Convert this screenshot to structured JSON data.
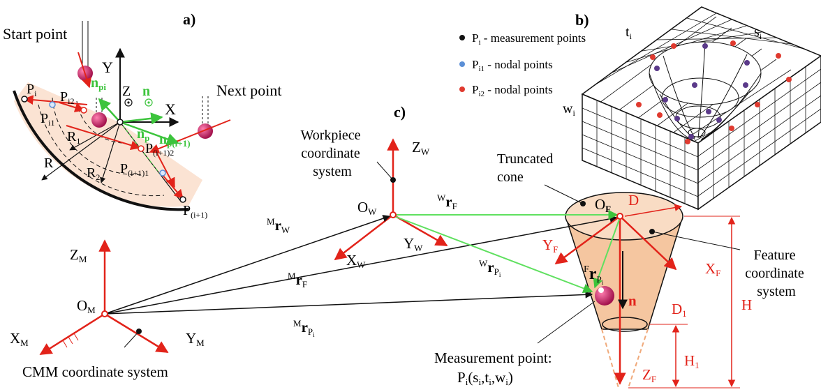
{
  "panels": {
    "a": {
      "tag": "a)"
    },
    "b": {
      "tag": "b)"
    },
    "c": {
      "tag": "c)"
    }
  },
  "panel_a": {
    "start_point": "Start point",
    "next_point": "Next point",
    "axis_x": "X",
    "axis_y": "Y",
    "axis_z": "Z",
    "n": "n",
    "n_pi": {
      "base": "n",
      "sub": "pi"
    },
    "n_p": {
      "base": "n",
      "sub": "p"
    },
    "n_p_next": {
      "base": "n",
      "sub": "p(i+1)"
    },
    "p_i": {
      "base": "P",
      "sub": "i"
    },
    "p_i1": {
      "base": "P",
      "sub": "i1"
    },
    "p_i2": {
      "base": "P",
      "sub": "i2"
    },
    "p_next2": {
      "base": "P",
      "sub": "(i+1)2"
    },
    "p_next1": {
      "base": "P",
      "sub": "(i+1)1"
    },
    "p_next": {
      "base": "P",
      "sub": "(i+1)"
    },
    "r": "R",
    "r1": {
      "base": "R",
      "sub": "1"
    },
    "r2": {
      "base": "R",
      "sub": "2"
    }
  },
  "panel_b": {
    "legend": [
      {
        "base": "P",
        "sub": "i",
        "text": " - measurement points",
        "color": "#111111"
      },
      {
        "base": "P",
        "sub": "i1",
        "text": " - nodal points",
        "color": "#5b8fd6"
      },
      {
        "base": "P",
        "sub": "i2",
        "text": " - nodal points",
        "color": "#e03a2f"
      }
    ],
    "t": {
      "base": "t",
      "sub": "i"
    },
    "s": {
      "base": "s",
      "sub": "i"
    },
    "w": {
      "base": "w",
      "sub": "i"
    }
  },
  "panel_c": {
    "workpiece_cs": [
      "Workpiece",
      "coordinate",
      "system"
    ],
    "truncated_cone": [
      "Truncated",
      "cone"
    ],
    "feature_cs": [
      "Feature",
      "coordinate",
      "system"
    ],
    "cmm_cs": "CMM coordinate system",
    "measurement_point": "Measurement point:",
    "pi_expr": {
      "base": "P",
      "sub": "i",
      "rest": "(s",
      "s_sub": "i",
      "mid1": ",t",
      "t_sub": "i",
      "mid2": ",w",
      "w_sub": "i",
      "end": ")"
    },
    "ow": {
      "base": "O",
      "sub": "W"
    },
    "zw": {
      "base": "Z",
      "sub": "W"
    },
    "xw": {
      "base": "X",
      "sub": "W"
    },
    "yw": {
      "base": "Y",
      "sub": "W"
    },
    "om": {
      "base": "O",
      "sub": "M"
    },
    "zm": {
      "base": "Z",
      "sub": "M"
    },
    "xm": {
      "base": "X",
      "sub": "M"
    },
    "ym": {
      "base": "Y",
      "sub": "M"
    },
    "of": {
      "base": "O",
      "sub": "F"
    },
    "yf": {
      "base": "Y",
      "sub": "F"
    },
    "xf": {
      "base": "X",
      "sub": "F"
    },
    "zf": {
      "base": "Z",
      "sub": "F"
    },
    "d": "D",
    "d1": {
      "base": "D",
      "sub": "1"
    },
    "h": "H",
    "h1": {
      "base": "H",
      "sub": "1"
    },
    "n": "n",
    "vec_r": "r",
    "pre_m": "M",
    "pre_w": "W",
    "pre_f": "F",
    "sub_w": "W",
    "sub_f": "F",
    "sub_p": "P",
    "sub_i": "i"
  },
  "colors": {
    "red": "#e2231a",
    "green": "#5fe05f",
    "cone_fill": "#f5c6a0",
    "sector_fill": "#fbe3d3",
    "magenta": "#c2185b",
    "black": "#111111"
  }
}
